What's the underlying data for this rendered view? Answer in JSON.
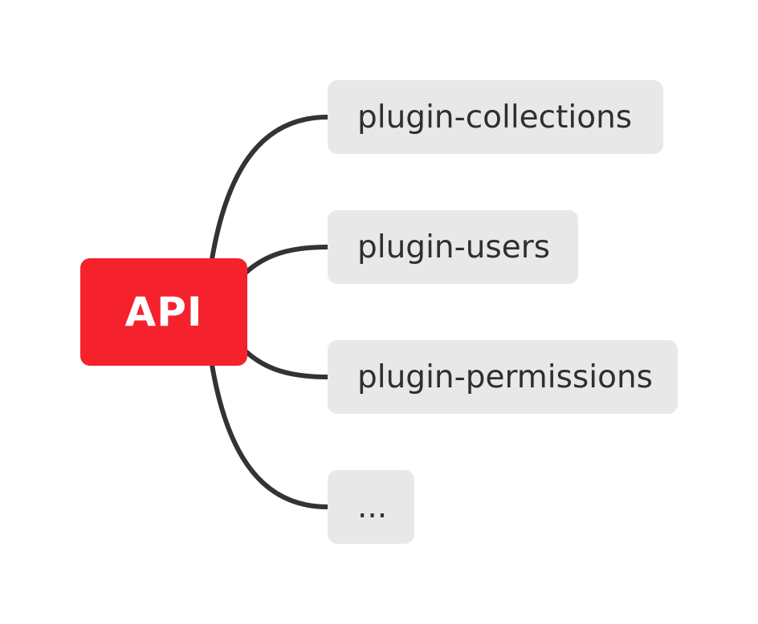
{
  "colors": {
    "root_fill": "#f5222d",
    "root_text": "#ffffff",
    "child_fill": "#e8e8e8",
    "child_text": "#2f2f2f",
    "connector": "#333333"
  },
  "diagram": {
    "type": "mind-map",
    "root": {
      "label": "API"
    },
    "children": [
      {
        "label": "plugin-collections"
      },
      {
        "label": "plugin-users"
      },
      {
        "label": "plugin-permissions"
      },
      {
        "label": "..."
      }
    ]
  }
}
